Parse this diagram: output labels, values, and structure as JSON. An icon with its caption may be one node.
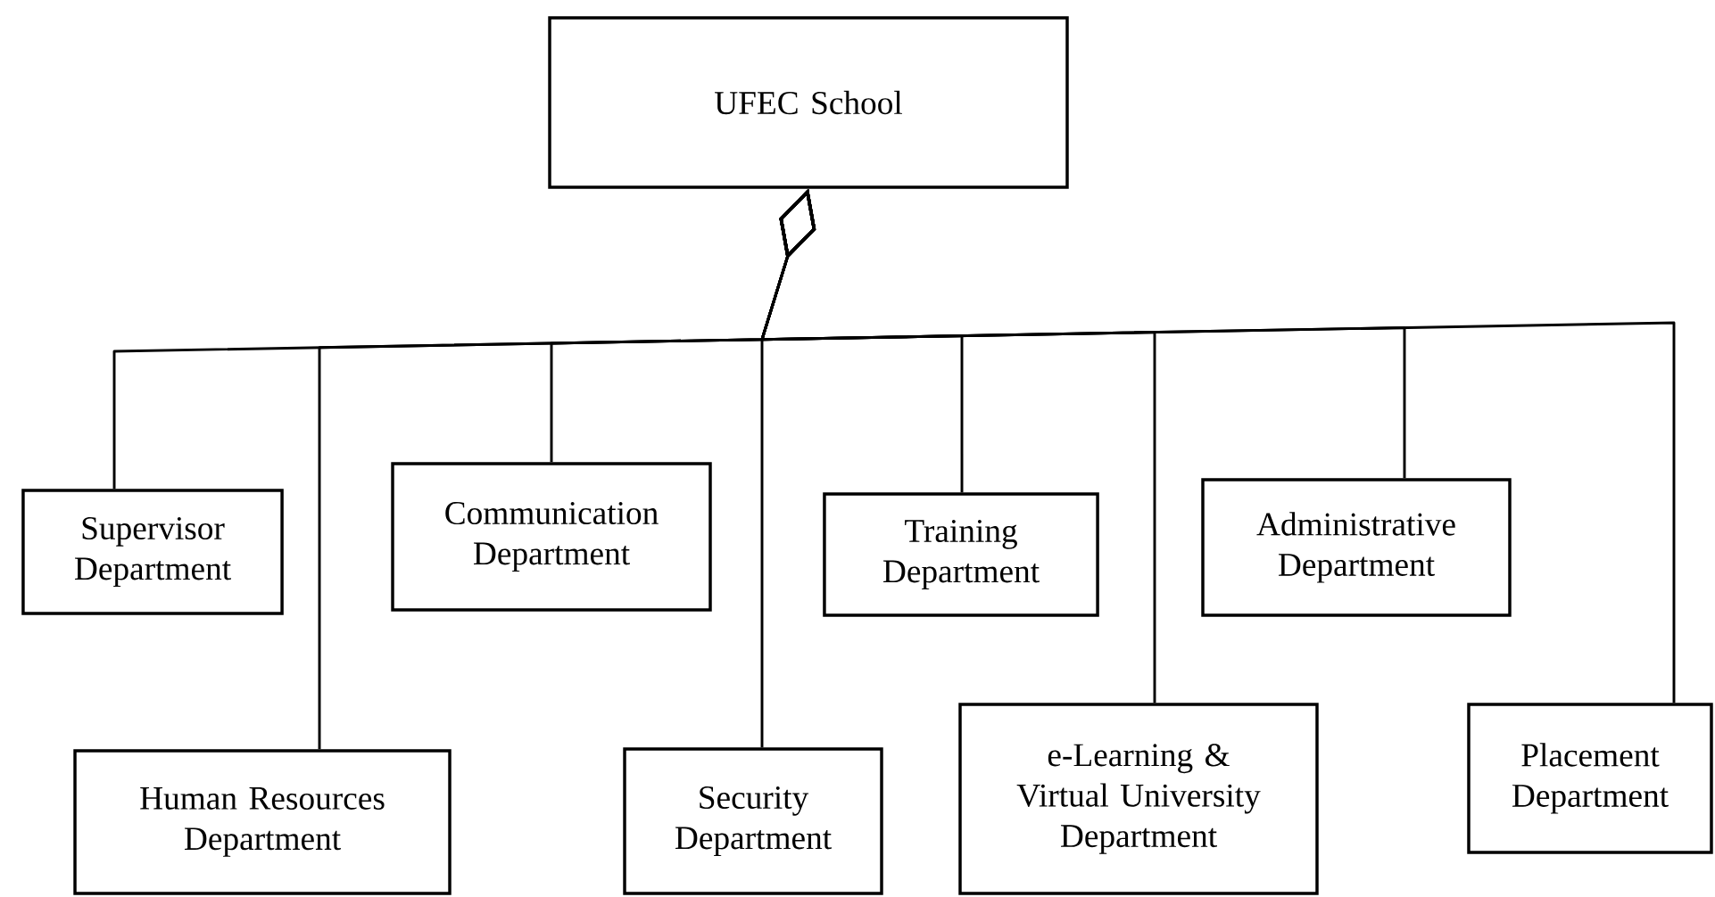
{
  "diagram": {
    "nodes": [
      {
        "text": [
          "UFEC School"
        ]
      },
      {
        "text": [
          "Supervisor Department"
        ]
      },
      {
        "text": [
          "Human Resources Department"
        ]
      },
      {
        "text": [
          "Communication Department"
        ]
      },
      {
        "text": [
          "Security Department"
        ]
      },
      {
        "text": [
          "Training Department"
        ]
      },
      {
        "text": [
          "e-Learning & Virtual University Department"
        ]
      },
      {
        "text": [
          "Administrative Department"
        ]
      },
      {
        "text": [
          "Placement Department"
        ]
      }
    ],
    "edges": [
      {
        "from": 0,
        "to": 1,
        "arrow": "other"
      },
      {
        "from": 0,
        "to": 2,
        "arrow": "other"
      },
      {
        "from": 0,
        "to": 3,
        "arrow": "other"
      },
      {
        "from": 0,
        "to": 4,
        "arrow": "other"
      },
      {
        "from": 0,
        "to": 5,
        "arrow": "other"
      },
      {
        "from": 0,
        "to": 6,
        "arrow": "other"
      },
      {
        "from": 0,
        "to": 7,
        "arrow": "other"
      },
      {
        "from": 0,
        "to": 8,
        "arrow": "other"
      }
    ]
  }
}
